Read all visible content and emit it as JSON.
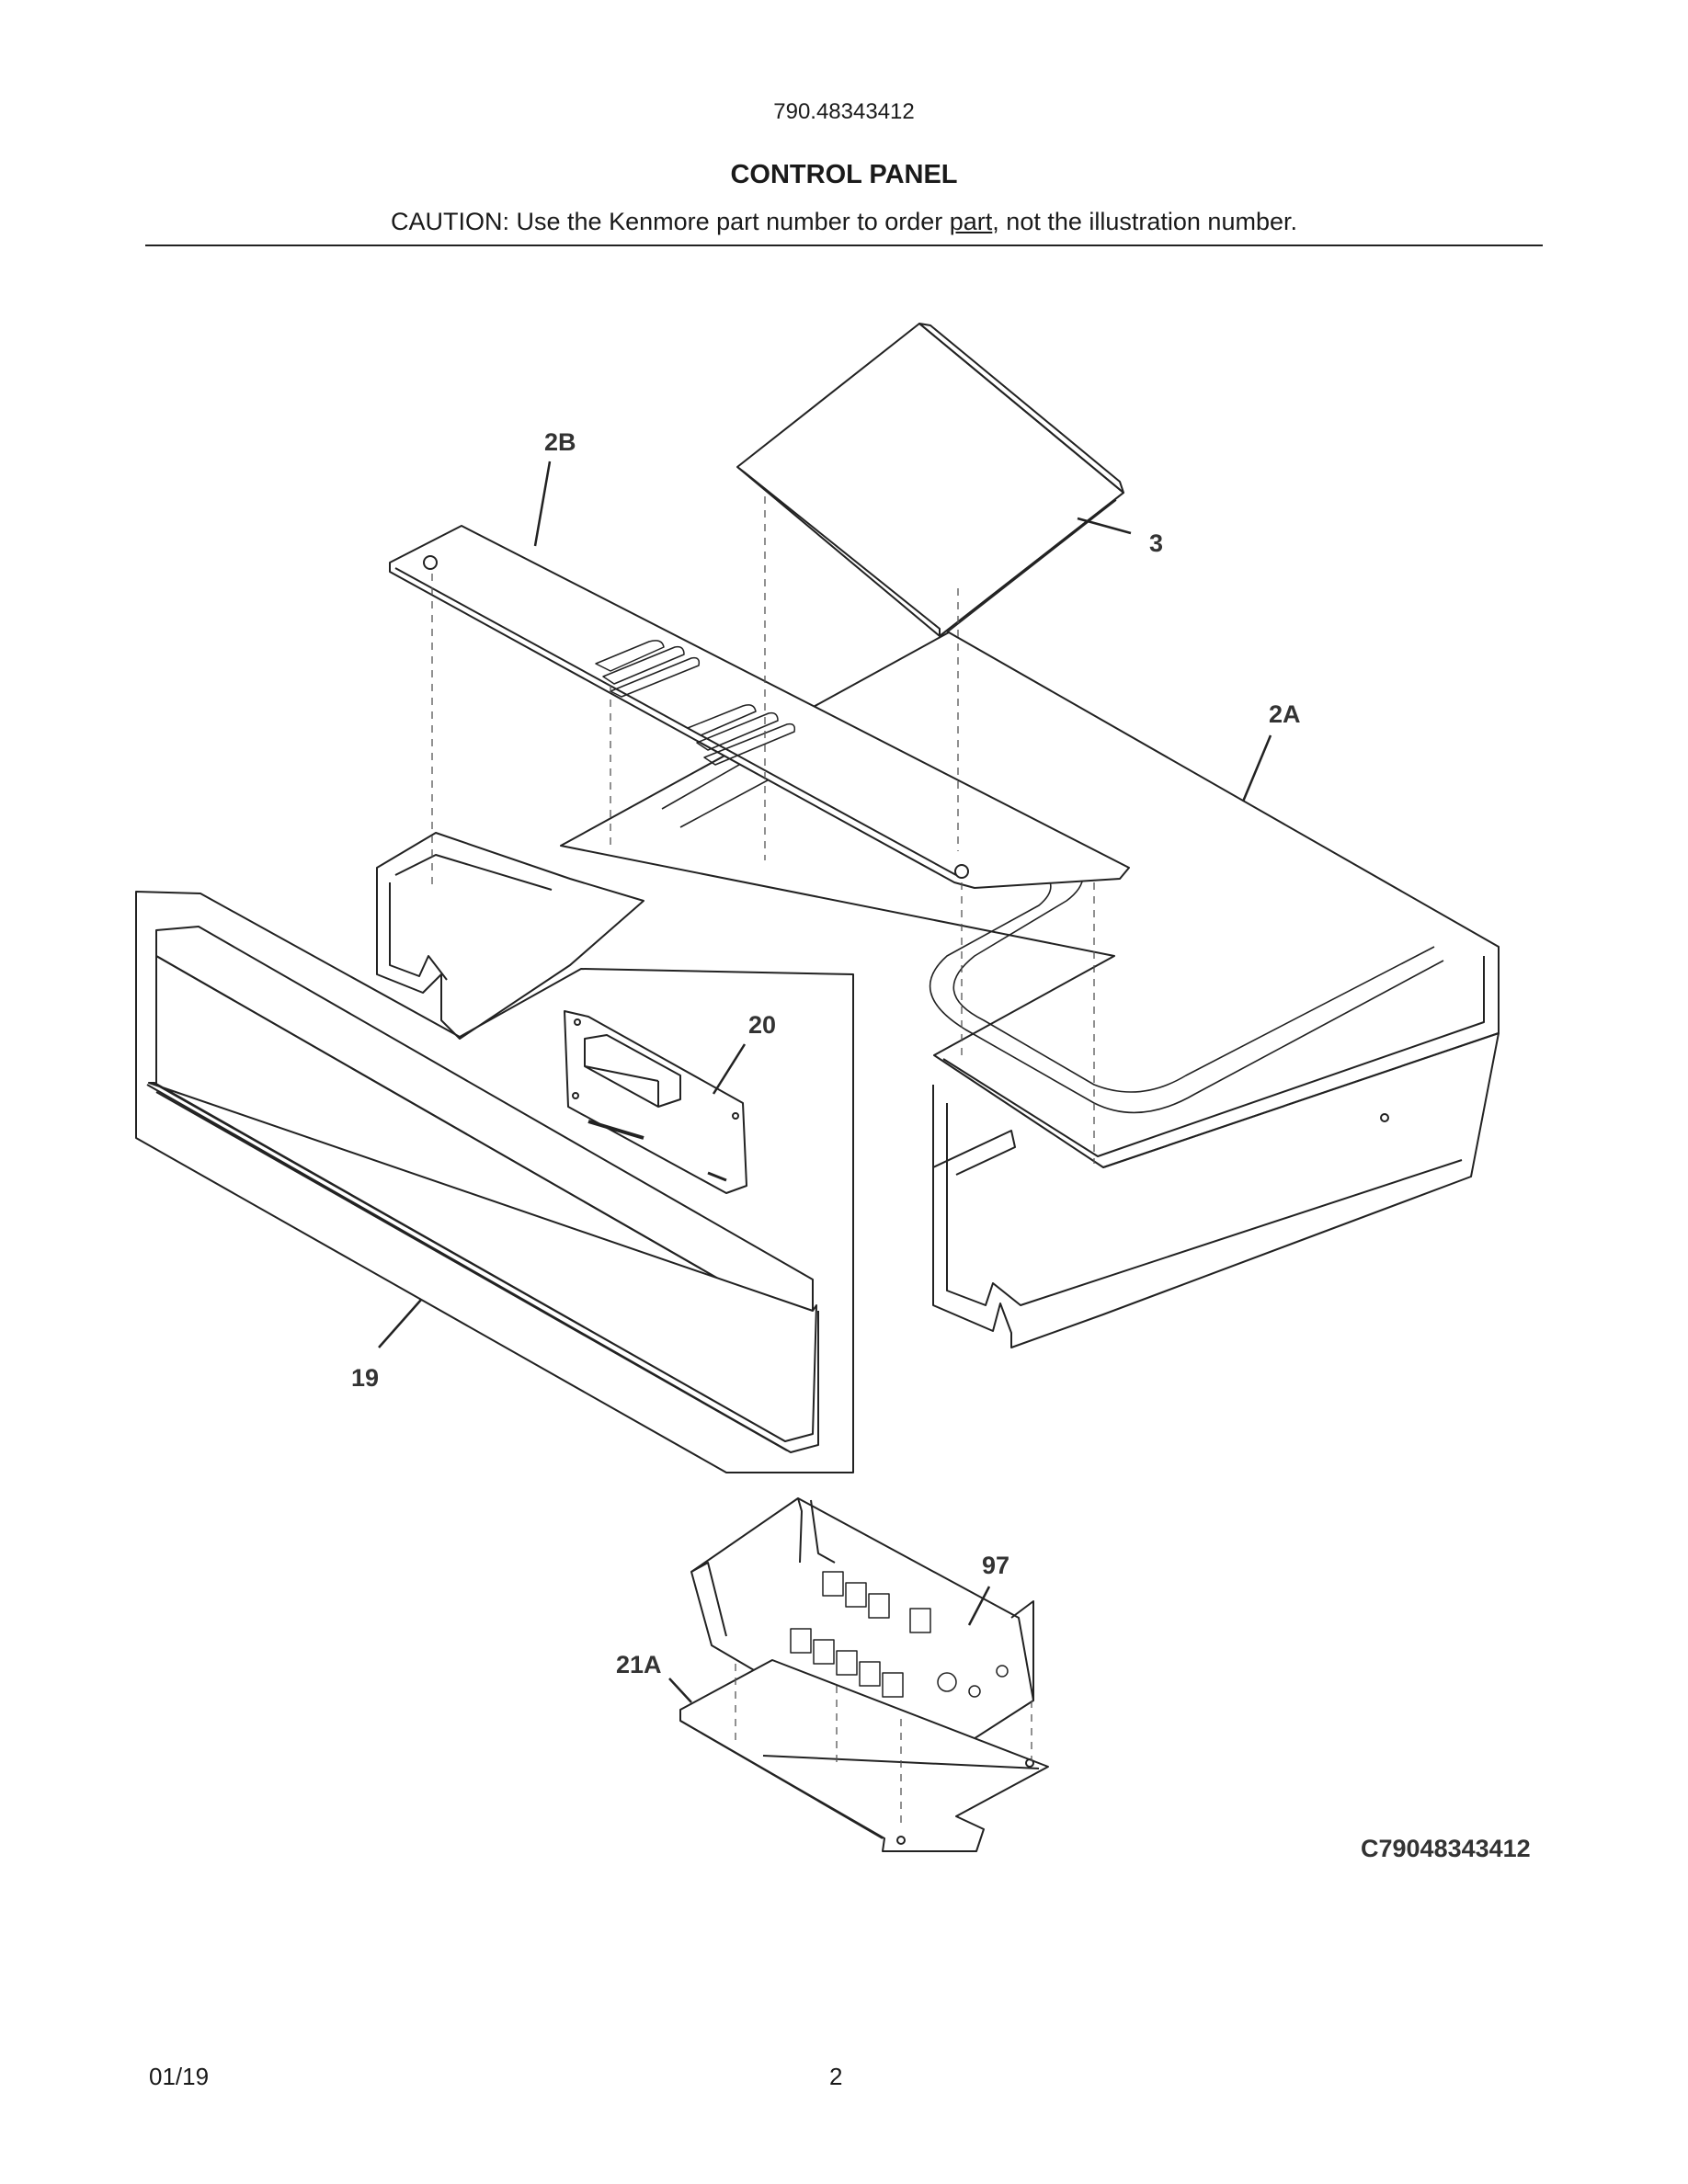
{
  "header": {
    "model_number": "790.48343412",
    "section_title": "CONTROL PANEL",
    "caution_before": "CAUTION: Use the Kenmore part number to order ",
    "caution_underlined": "part",
    "caution_after": ", not the illustration number."
  },
  "callouts": {
    "c2b": "2B",
    "c3": "3",
    "c2a": "2A",
    "c20": "20",
    "c19": "19",
    "c97": "97",
    "c21a": "21A"
  },
  "figure_code": "C79048343412",
  "footer": {
    "date": "01/19",
    "page": "2"
  }
}
